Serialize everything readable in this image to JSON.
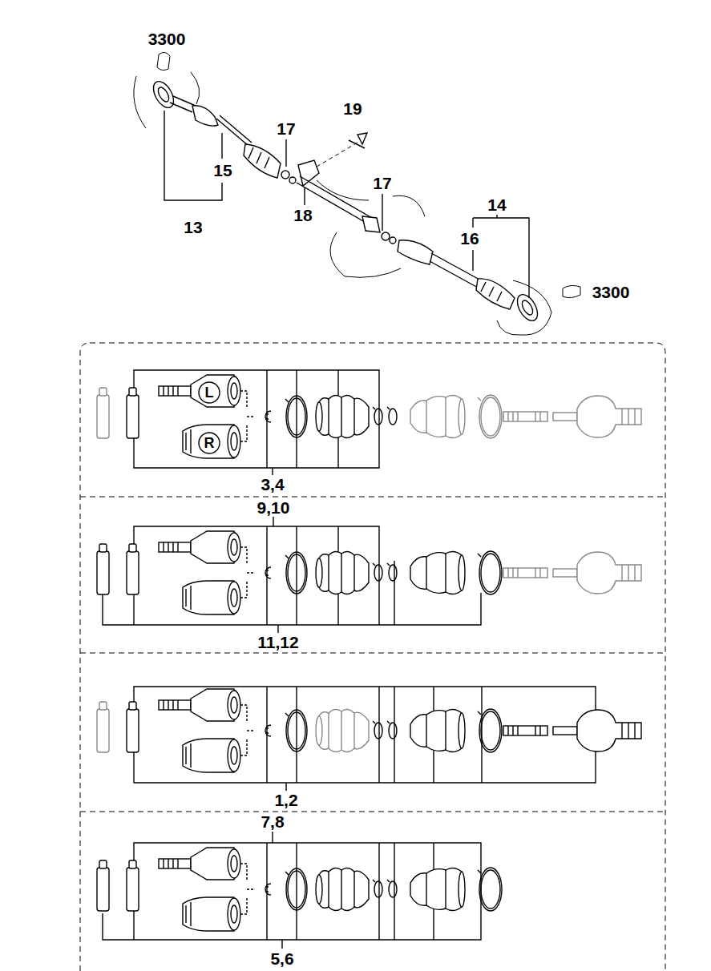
{
  "diagram": {
    "labels": [
      "3300",
      "19",
      "17",
      "15",
      "17",
      "13",
      "18",
      "14",
      "16",
      "3300",
      "L",
      "R",
      "3,4",
      "9,10",
      "11,12",
      "1,2",
      "7,8",
      "5,6"
    ]
  }
}
